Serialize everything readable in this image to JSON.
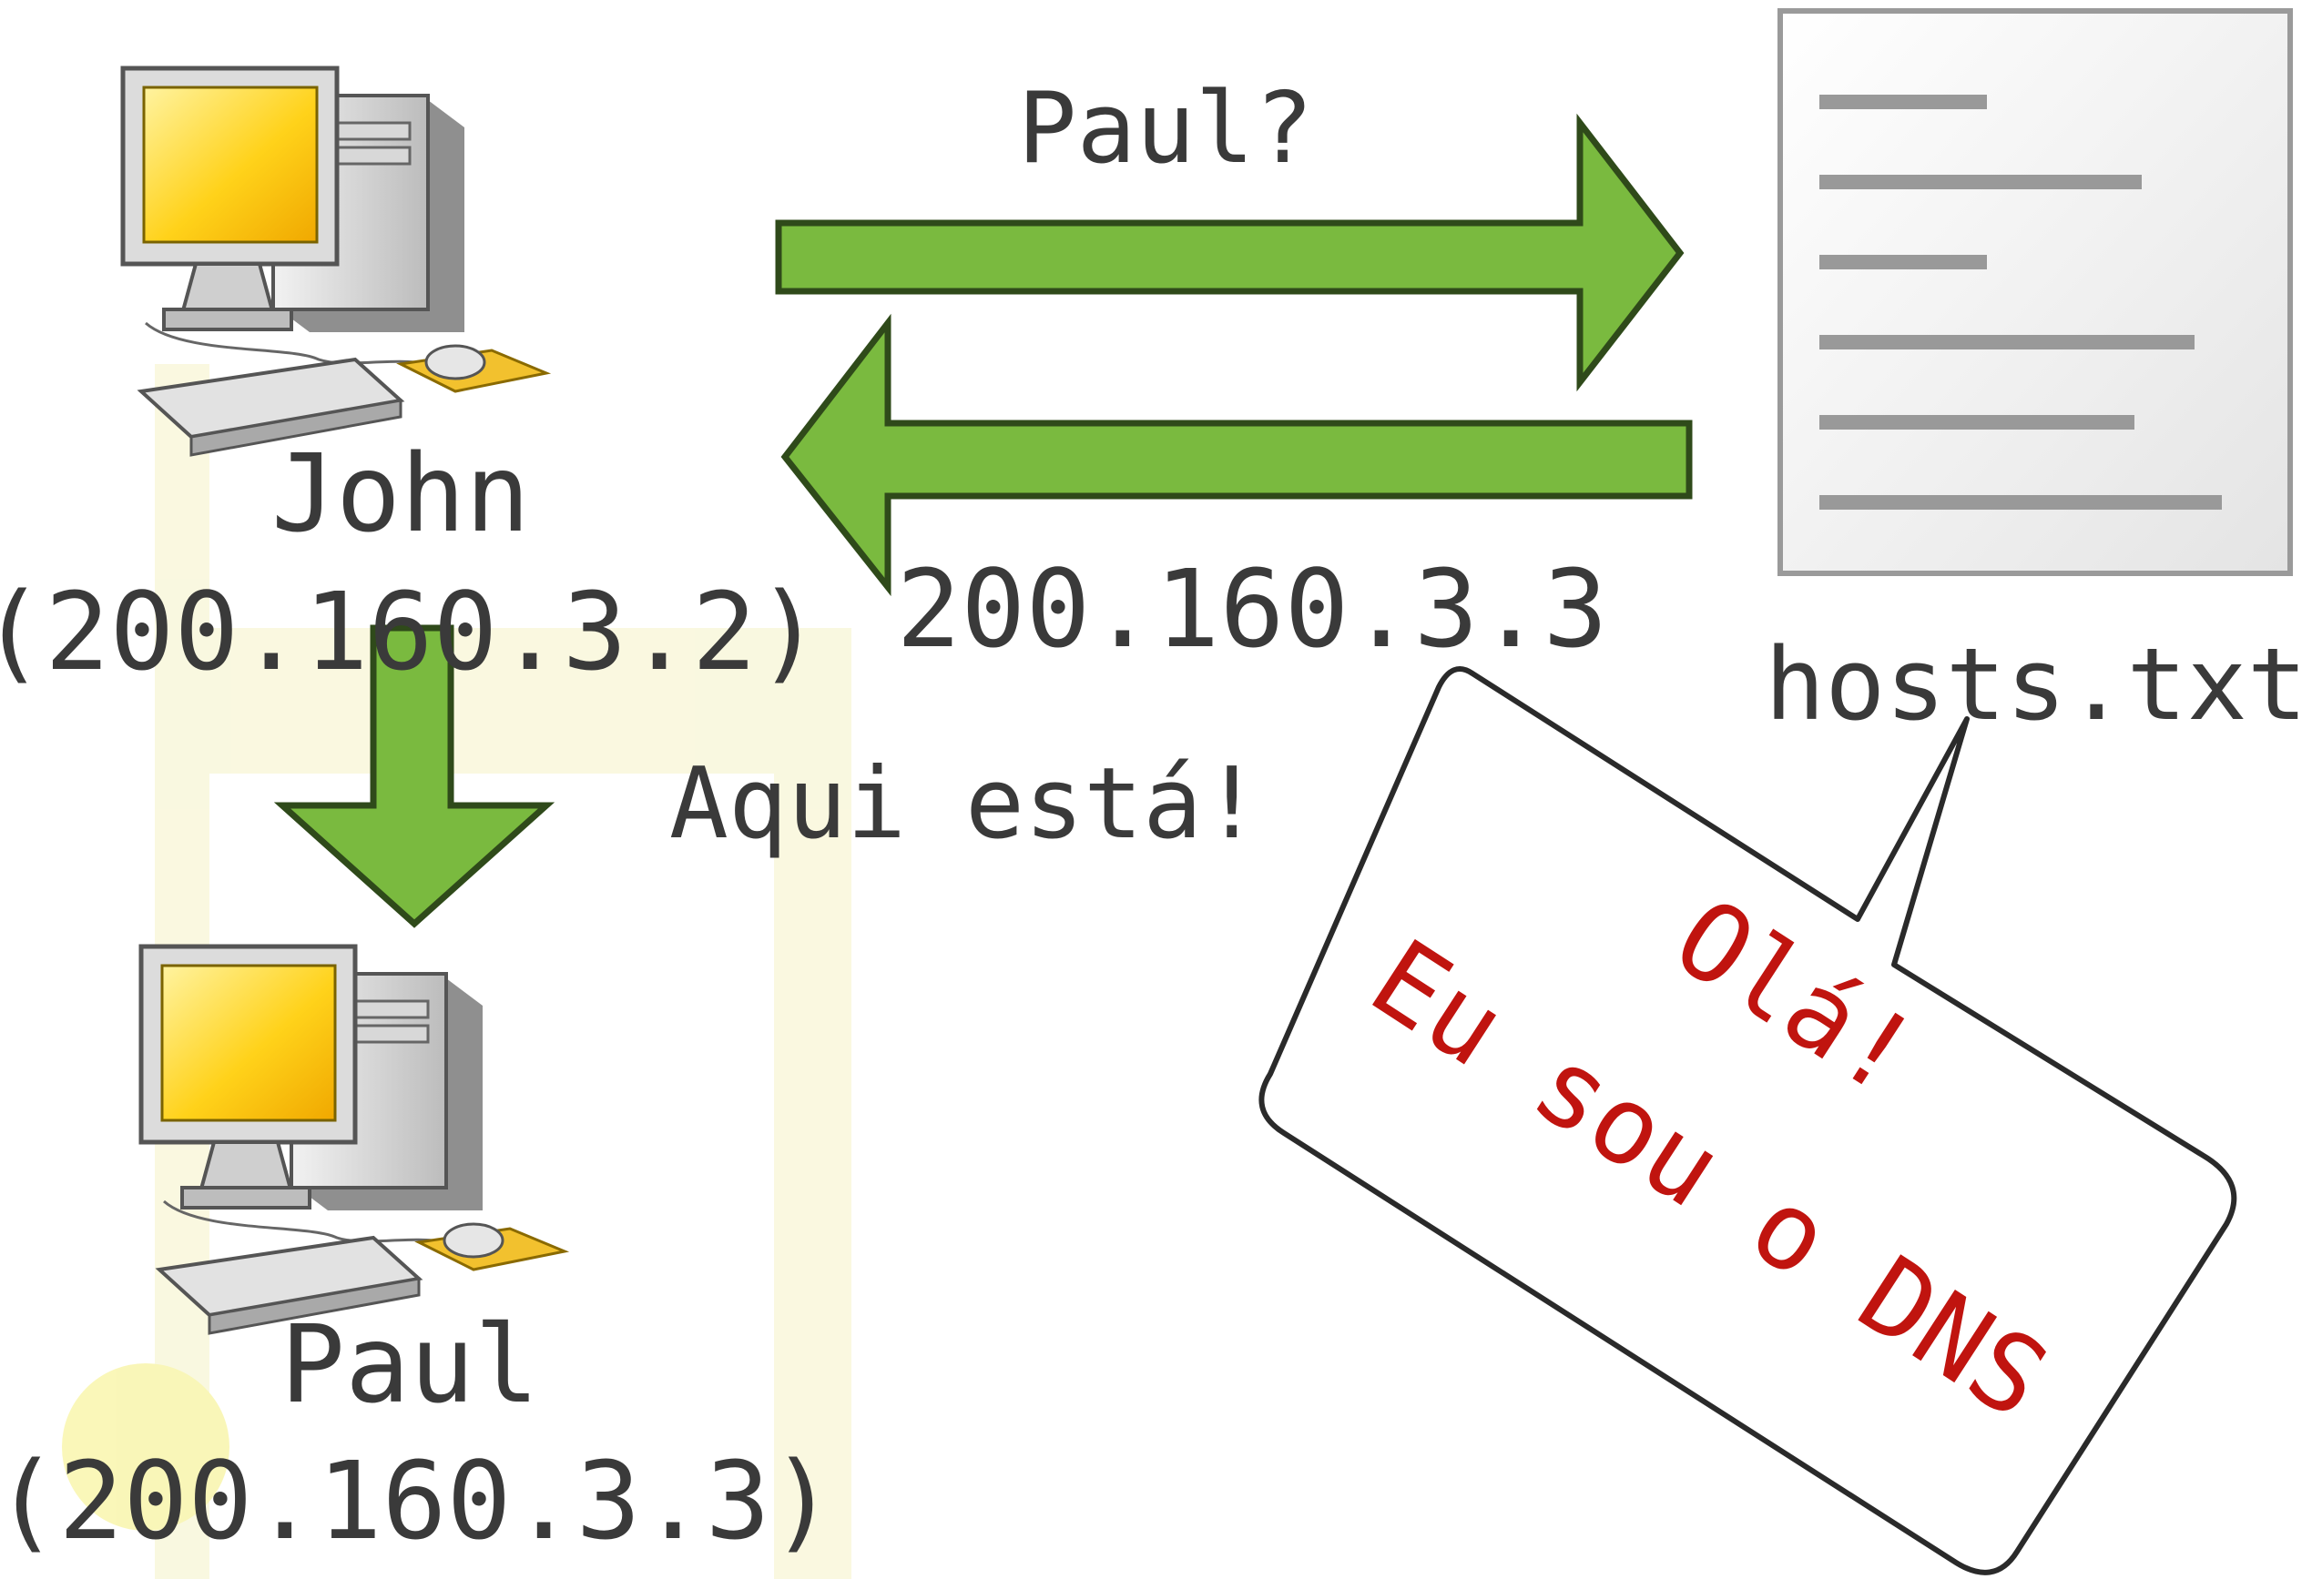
{
  "nodes": {
    "john": {
      "name": "John",
      "ip": "(200.160.3.2)"
    },
    "paul": {
      "name": "Paul",
      "ip": "(200.160.3.3)"
    },
    "hosts_file": {
      "label": "hosts.txt"
    }
  },
  "arrows": {
    "request": {
      "label": "Paul?"
    },
    "response": {
      "label": "200.160.3.3"
    },
    "connect": {
      "label": "Aqui está!"
    }
  },
  "speech_bubble": {
    "line1": "Olá!",
    "line2": "Eu sou o DNS"
  },
  "colors": {
    "arrow_fill": "#7aba3f",
    "arrow_stroke": "#2f4a1a",
    "text": "#3a3a3a",
    "bubble_text": "#c0140f",
    "watermark": "#f6f4cc"
  }
}
